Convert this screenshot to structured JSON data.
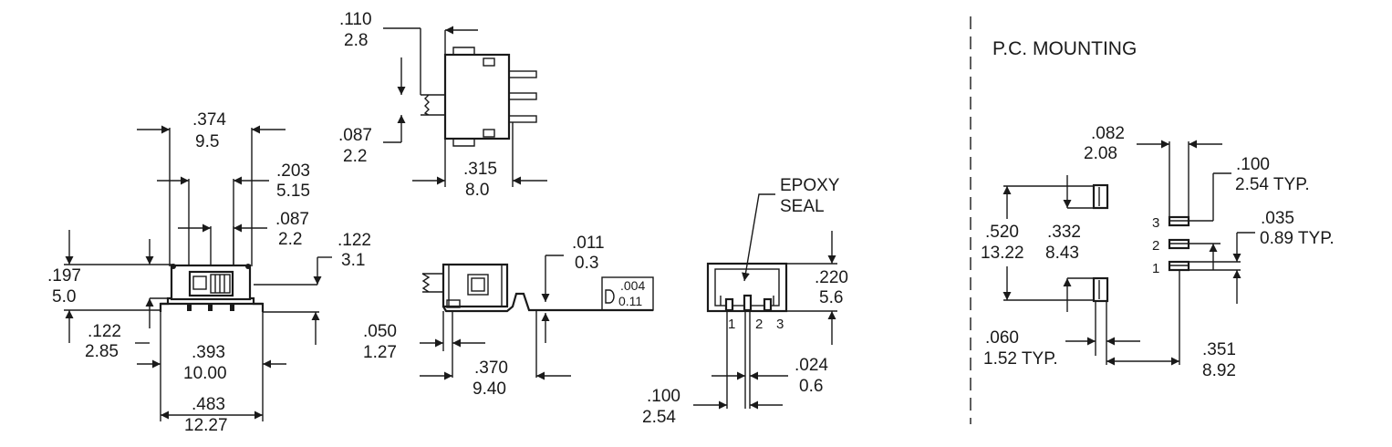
{
  "title": "P.C. MOUNTING",
  "front_view": {
    "width": [
      ".374",
      "9.5"
    ],
    "height_inner": [
      ".203",
      "5.15"
    ],
    "actuator": [
      ".087",
      "2.2"
    ],
    "stroke": [
      ".122",
      "3.1"
    ],
    "body_height": [
      ".197",
      "5.0"
    ],
    "standoff": [
      ".122",
      "2.85"
    ],
    "body_width": [
      ".393",
      "10.00"
    ],
    "overall_width": [
      ".483",
      "12.27"
    ]
  },
  "top_view": {
    "actuator_len": [
      ".110",
      "2.8"
    ],
    "actuator_w": [
      ".087",
      "2.2"
    ],
    "depth": [
      ".315",
      "8.0"
    ]
  },
  "side_view": {
    "thickness": [
      ".011",
      "0.3"
    ],
    "flatness": [
      ".004",
      "0.11"
    ],
    "lead_offset": [
      ".050",
      "1.27"
    ],
    "length": [
      ".370",
      "9.40"
    ]
  },
  "end_view": {
    "epoxy_label": [
      "EPOXY",
      "SEAL"
    ],
    "height": [
      ".220",
      "5.6"
    ],
    "pin_width": [
      ".024",
      "0.6"
    ],
    "pitch": [
      ".100",
      "2.54"
    ],
    "pins": [
      "1",
      "2",
      "3"
    ]
  },
  "pcb_view": {
    "hole_size": [
      ".082",
      "2.08"
    ],
    "pitch_typ": [
      ".100",
      "2.54 TYP."
    ],
    "hole_dia_typ": [
      ".035",
      "0.89 TYP."
    ],
    "pad_span": [
      ".520",
      "13.22"
    ],
    "pad_offset": [
      ".332",
      "8.43"
    ],
    "pad_width_typ": [
      ".060",
      "1.52 TYP."
    ],
    "row_spacing": [
      ".351",
      "8.92"
    ],
    "pins": [
      "3",
      "2",
      "1"
    ]
  }
}
